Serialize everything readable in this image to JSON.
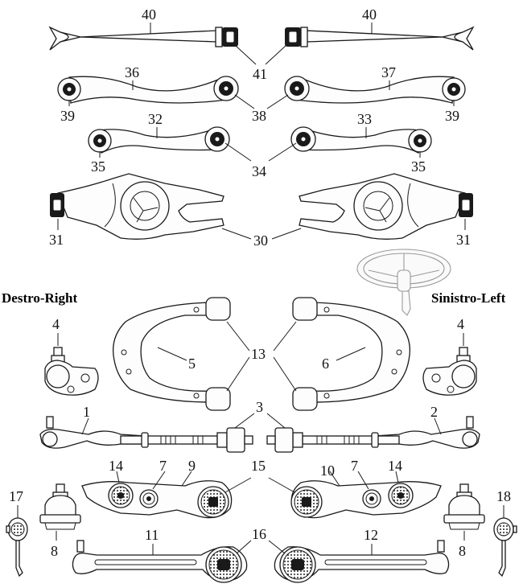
{
  "labels": {
    "destro": "Destro-Right",
    "sinistro": "Sinistro-Left"
  },
  "parts": {
    "p1": "1",
    "p2": "2",
    "p3": "3",
    "p4a": "4",
    "p4b": "4",
    "p5": "5",
    "p6": "6",
    "p7a": "7",
    "p7b": "7",
    "p8a": "8",
    "p8b": "8",
    "p9": "9",
    "p10": "10",
    "p11": "11",
    "p12": "12",
    "p13": "13",
    "p14a": "14",
    "p14b": "14",
    "p15": "15",
    "p16": "16",
    "p17": "17",
    "p18": "18",
    "p30": "30",
    "p31a": "31",
    "p31b": "31",
    "p32": "32",
    "p33": "33",
    "p34": "34",
    "p35a": "35",
    "p35b": "35",
    "p36": "36",
    "p37": "37",
    "p38": "38",
    "p39a": "39",
    "p39b": "39",
    "p40a": "40",
    "p40b": "40",
    "p41": "41"
  },
  "colors": {
    "line": "#1a1a1a",
    "faint": "#9a9a9a"
  },
  "icons": [
    "steering-wheel-icon"
  ]
}
